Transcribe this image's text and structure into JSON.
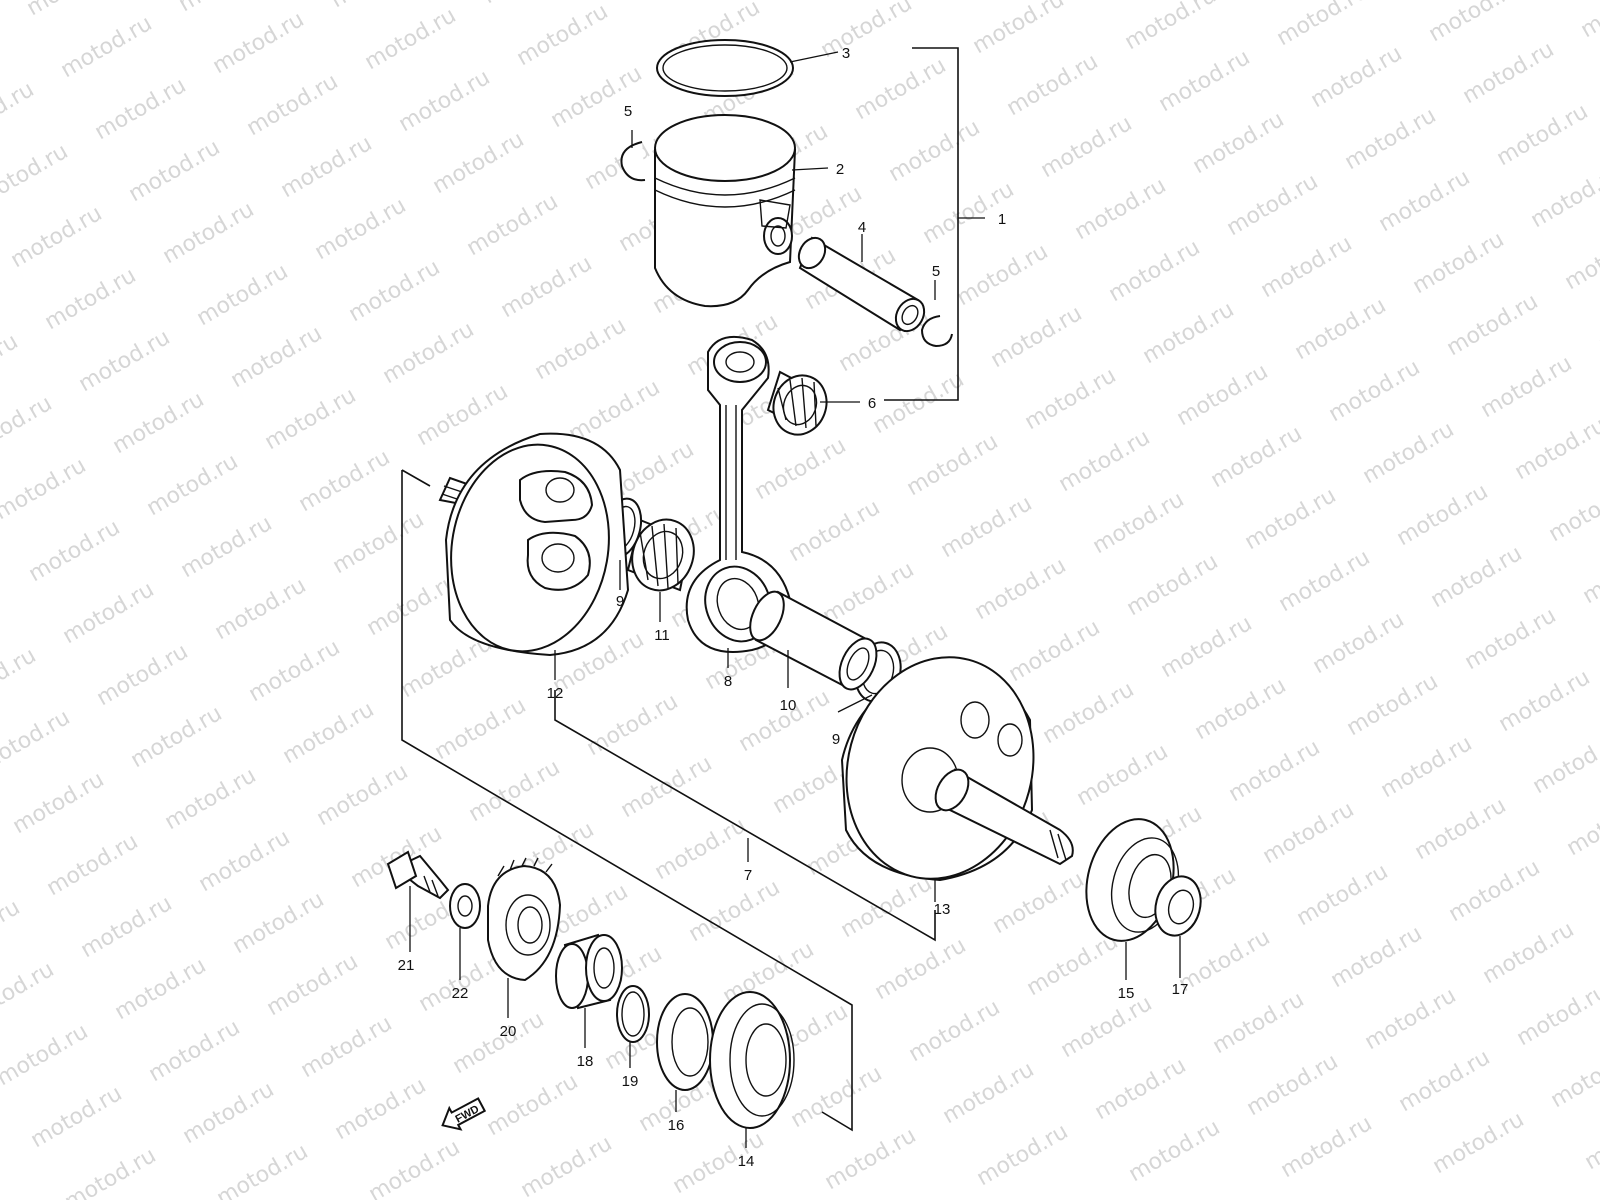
{
  "watermark": {
    "text": "motod.ru"
  },
  "fwd_badge": {
    "text": "FWD"
  },
  "callouts": [
    {
      "id": "c1",
      "text": "1"
    },
    {
      "id": "c2",
      "text": "2"
    },
    {
      "id": "c3",
      "text": "3"
    },
    {
      "id": "c4",
      "text": "4"
    },
    {
      "id": "c5a",
      "text": "5"
    },
    {
      "id": "c5b",
      "text": "5"
    },
    {
      "id": "c6",
      "text": "6"
    },
    {
      "id": "c7",
      "text": "7"
    },
    {
      "id": "c8",
      "text": "8"
    },
    {
      "id": "c9a",
      "text": "9"
    },
    {
      "id": "c9b",
      "text": "9"
    },
    {
      "id": "c10",
      "text": "10"
    },
    {
      "id": "c11",
      "text": "11"
    },
    {
      "id": "c12",
      "text": "12"
    },
    {
      "id": "c13",
      "text": "13"
    },
    {
      "id": "c14",
      "text": "14"
    },
    {
      "id": "c15",
      "text": "15"
    },
    {
      "id": "c16",
      "text": "16"
    },
    {
      "id": "c17",
      "text": "17"
    },
    {
      "id": "c18",
      "text": "18"
    },
    {
      "id": "c19",
      "text": "19"
    },
    {
      "id": "c20",
      "text": "20"
    },
    {
      "id": "c21",
      "text": "21"
    },
    {
      "id": "c22",
      "text": "22"
    }
  ]
}
